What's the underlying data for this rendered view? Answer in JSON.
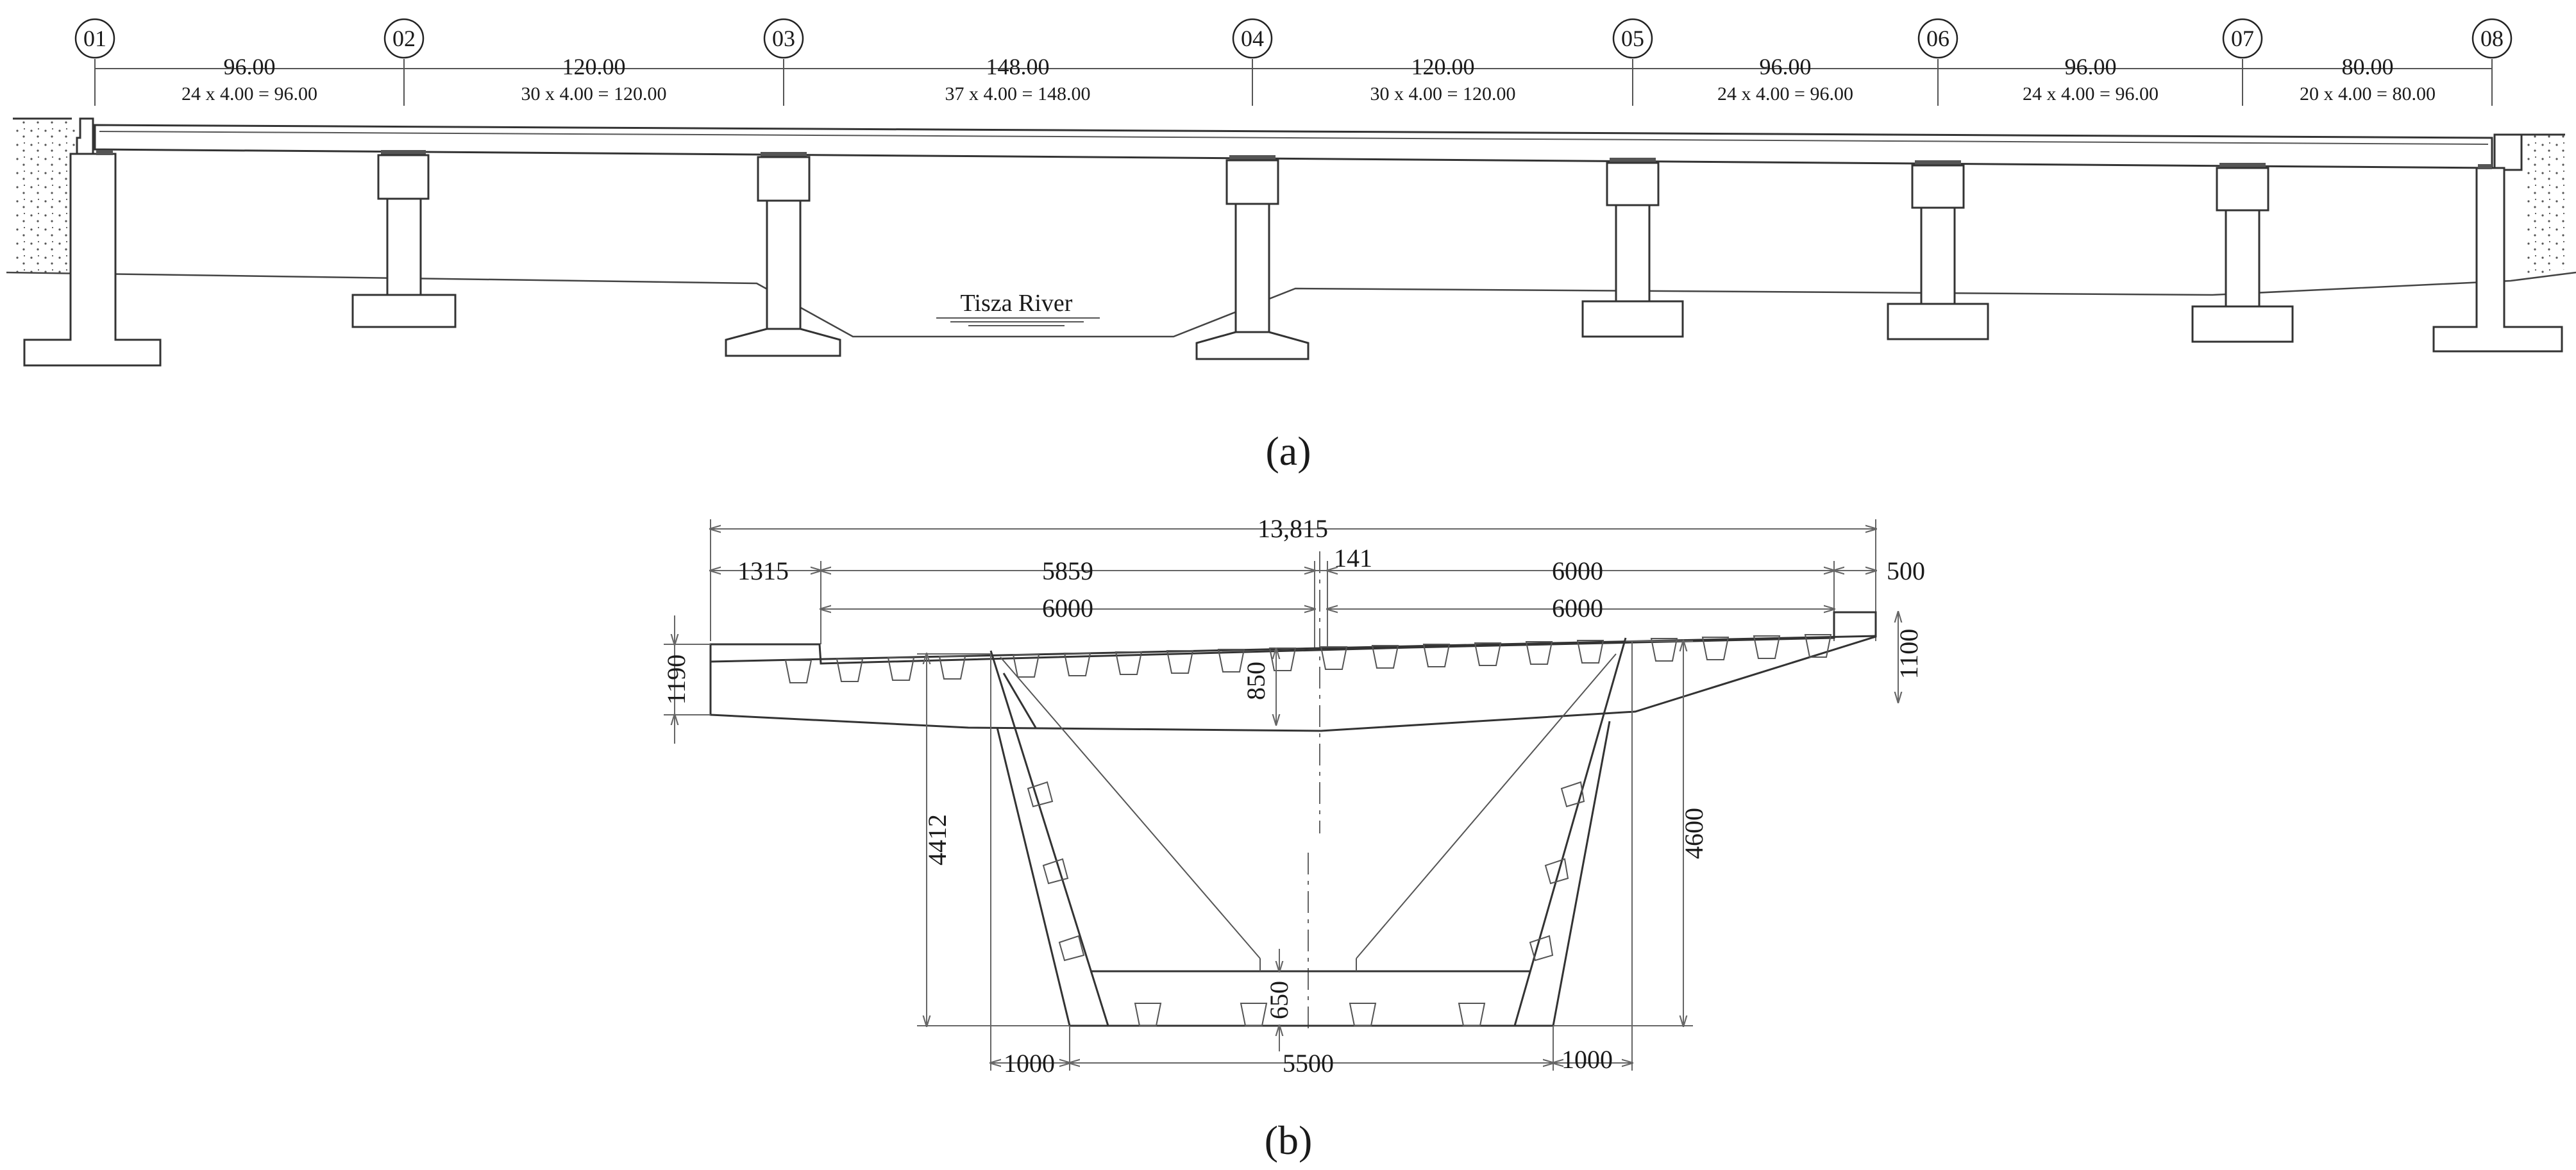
{
  "figure_a": {
    "caption": "(a)",
    "axes": [
      "01",
      "02",
      "03",
      "04",
      "05",
      "06",
      "07",
      "08"
    ],
    "spans": [
      "96.00",
      "120.00",
      "148.00",
      "120.00",
      "96.00",
      "96.00",
      "80.00"
    ],
    "segments": [
      "24 x 4.00 = 96.00",
      "30 x 4.00 = 120.00",
      "37 x 4.00 = 148.00",
      "30 x 4.00 = 120.00",
      "24 x 4.00 = 96.00",
      "24 x 4.00 = 96.00",
      "20 x 4.00 = 80.00"
    ],
    "river_label": "Tisza River"
  },
  "figure_b": {
    "caption": "(b)",
    "dims": {
      "total_width": "13,815",
      "left_cantilever": "1315",
      "left_half": "5859",
      "offset": "141",
      "right_half": "6000",
      "right_edge": "500",
      "left_lane": "6000",
      "right_lane": "6000",
      "left_depth": "1190",
      "right_depth": "1100",
      "web_height_left": "4412",
      "web_height_right": "4600",
      "top_slab": "850",
      "bottom_slab": "650",
      "bottom_left": "1000",
      "bottom_width": "5500",
      "bottom_right": "1000"
    }
  },
  "colors": {
    "line": "#333333",
    "background": "#ffffff"
  }
}
